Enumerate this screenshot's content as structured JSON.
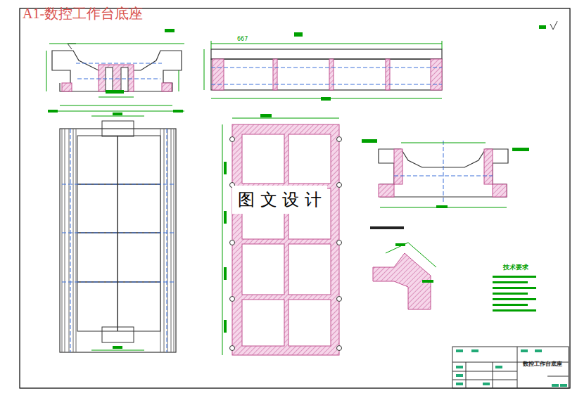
{
  "diagram": {
    "title": "A1-数控工作台底座",
    "nodes": [
      {
        "text": [
          "技术要求"
        ]
      },
      {
        "text": [
          "数控工作台底座"
        ]
      }
    ],
    "labels": [
      "图 文 设 计",
      "667"
    ]
  }
}
